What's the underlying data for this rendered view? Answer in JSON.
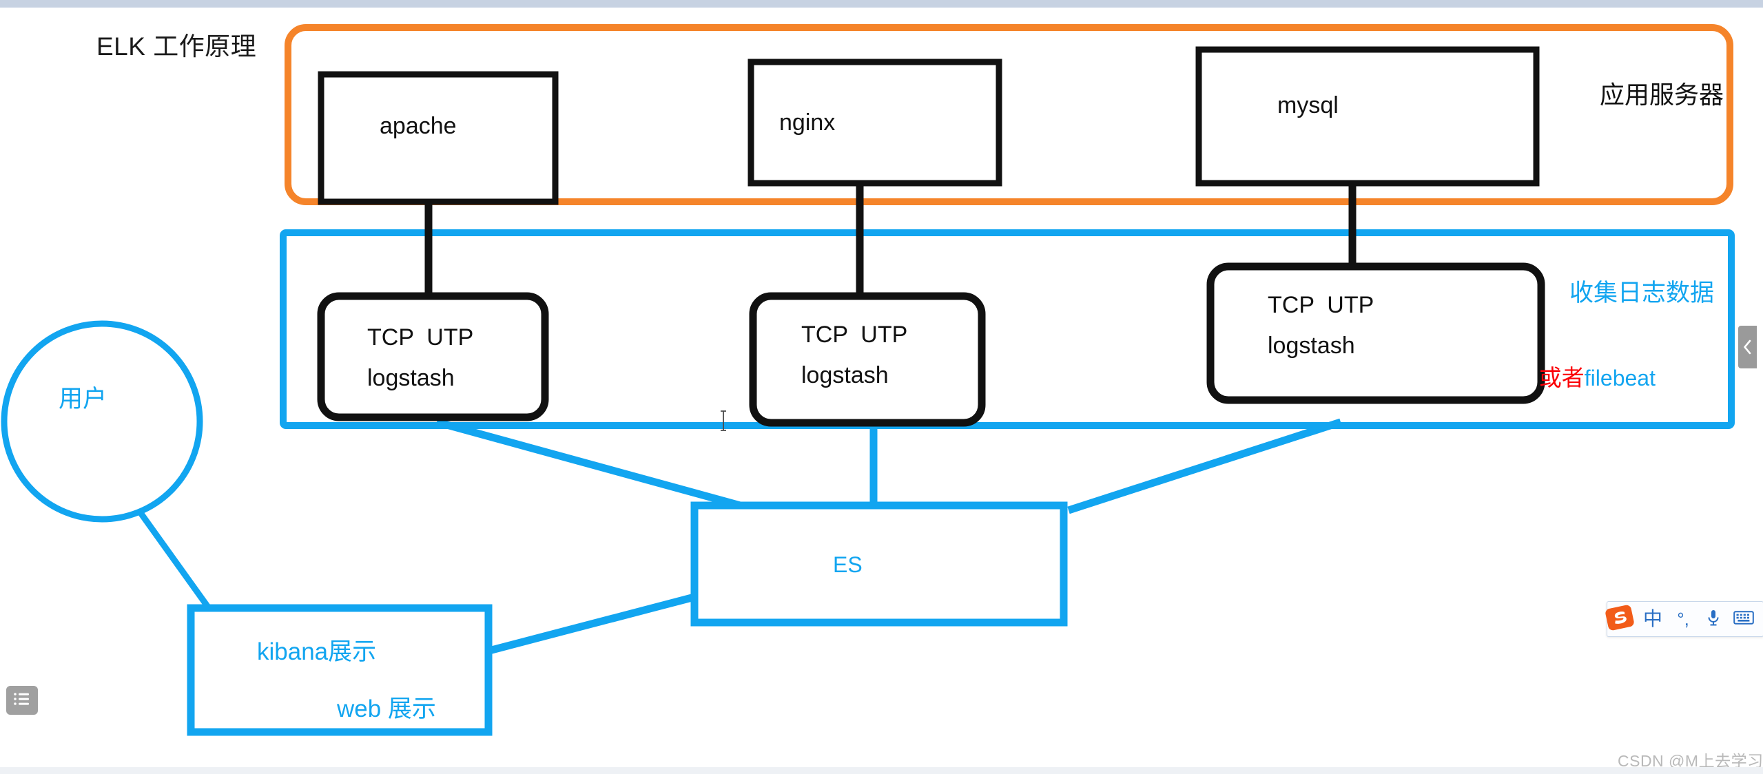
{
  "diagram": {
    "title": "ELK 工作原理",
    "app_server_band": {
      "label": "应用服务器",
      "color": "#f5842a",
      "nodes": [
        {
          "label": "apache"
        },
        {
          "label": "nginx"
        },
        {
          "label": "mysql"
        }
      ]
    },
    "collector_band": {
      "label": "收集日志数据",
      "alt_label_prefix": "或者",
      "alt_label_suffix": "filebeat",
      "color": "#12a5f0",
      "nodes": [
        {
          "line1": "TCP  UTP",
          "line2": "logstash"
        },
        {
          "line1": "TCP  UTP",
          "line2": "logstash"
        },
        {
          "line1": "TCP  UTP",
          "line2": "logstash"
        }
      ]
    },
    "storage": {
      "label": "ES",
      "color": "#12a5f0"
    },
    "presentation": {
      "line1": "kibana展示",
      "line2": "web 展示",
      "color": "#12a5f0"
    },
    "user": {
      "label": "用户",
      "color": "#12a5f0"
    }
  },
  "chrome": {
    "collapse_icon": "chevron-left-icon",
    "outline_icon": "list-outline-icon",
    "watermark": "CSDN @M上去学习"
  },
  "ime": {
    "logo": "sogou-logo-icon",
    "mode_label": "中",
    "punct_label": "°,",
    "mic_icon": "microphone-icon",
    "keyboard_icon": "keyboard-icon"
  },
  "colors": {
    "orange": "#f5842a",
    "blue": "#12a5f0",
    "red": "#fb0007",
    "black": "#111111",
    "top_strip": "#c7d2e2"
  }
}
